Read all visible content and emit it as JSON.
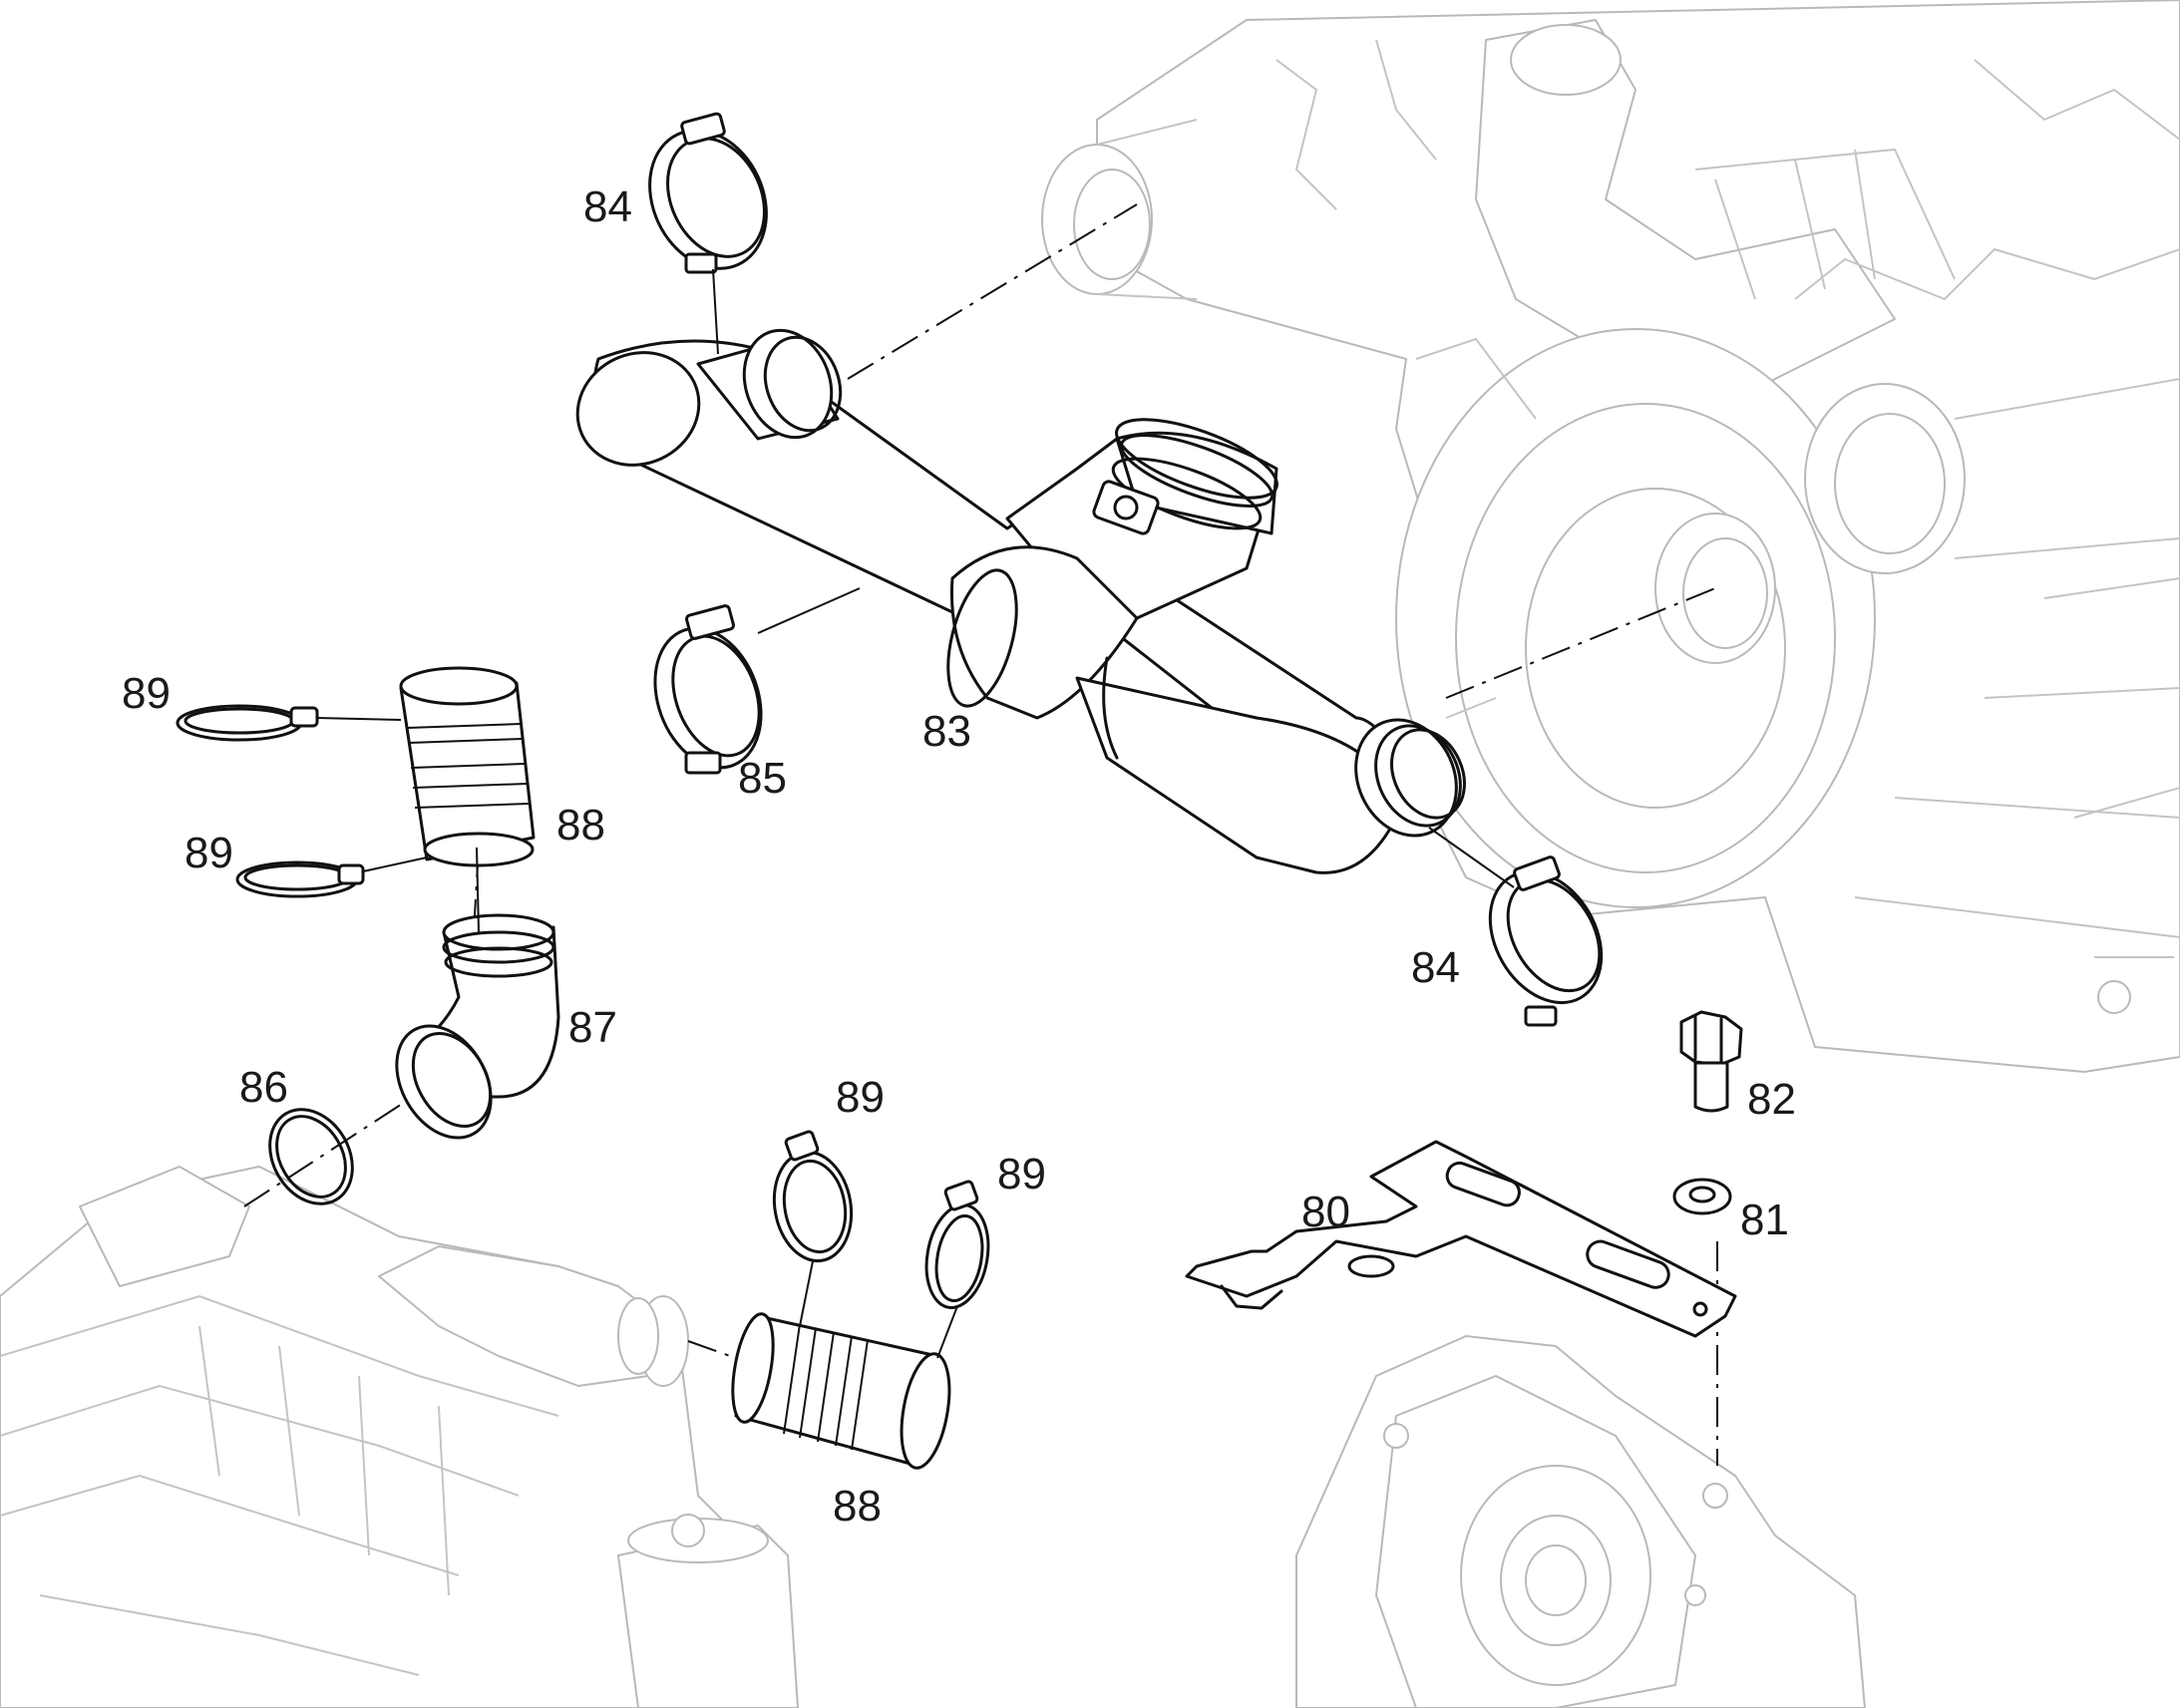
{
  "colors": {
    "line": "#111111",
    "ghost_line": "#b9b9b9",
    "background": "#ffffff"
  },
  "callouts": {
    "c80": "80",
    "c81": "81",
    "c82": "82",
    "c83": "83",
    "c84_top": "84",
    "c84_right": "84",
    "c85": "85",
    "c86": "86",
    "c87": "87",
    "c88_left": "88",
    "c88_bottom": "88",
    "c89_a": "89",
    "c89_b": "89",
    "c89_c": "89",
    "c89_d": "89"
  }
}
